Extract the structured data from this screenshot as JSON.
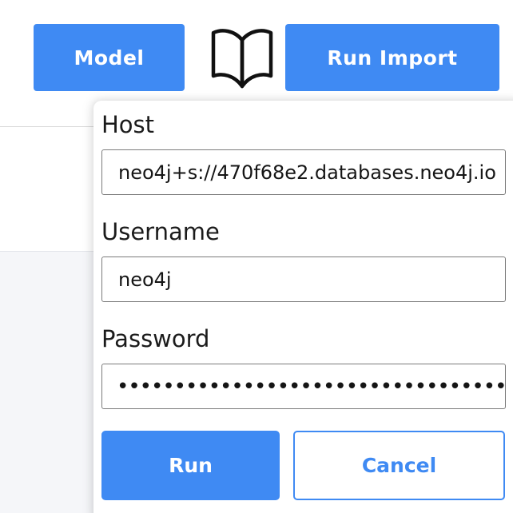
{
  "toolbar": {
    "model_label": "Model",
    "run_import_label": "Run Import",
    "docs_icon": "book-icon"
  },
  "connection_form": {
    "host_label": "Host",
    "host_value": "neo4j+s://470f68e2.databases.neo4j.io",
    "username_label": "Username",
    "username_value": "neo4j",
    "password_label": "Password",
    "password_value": "••••••••••••••••••••••••••••••••••••••••",
    "run_label": "Run",
    "cancel_label": "Cancel"
  },
  "colors": {
    "primary": "#3f8af3",
    "text": "#1b1b1b",
    "input_border": "#7b7b7b"
  }
}
